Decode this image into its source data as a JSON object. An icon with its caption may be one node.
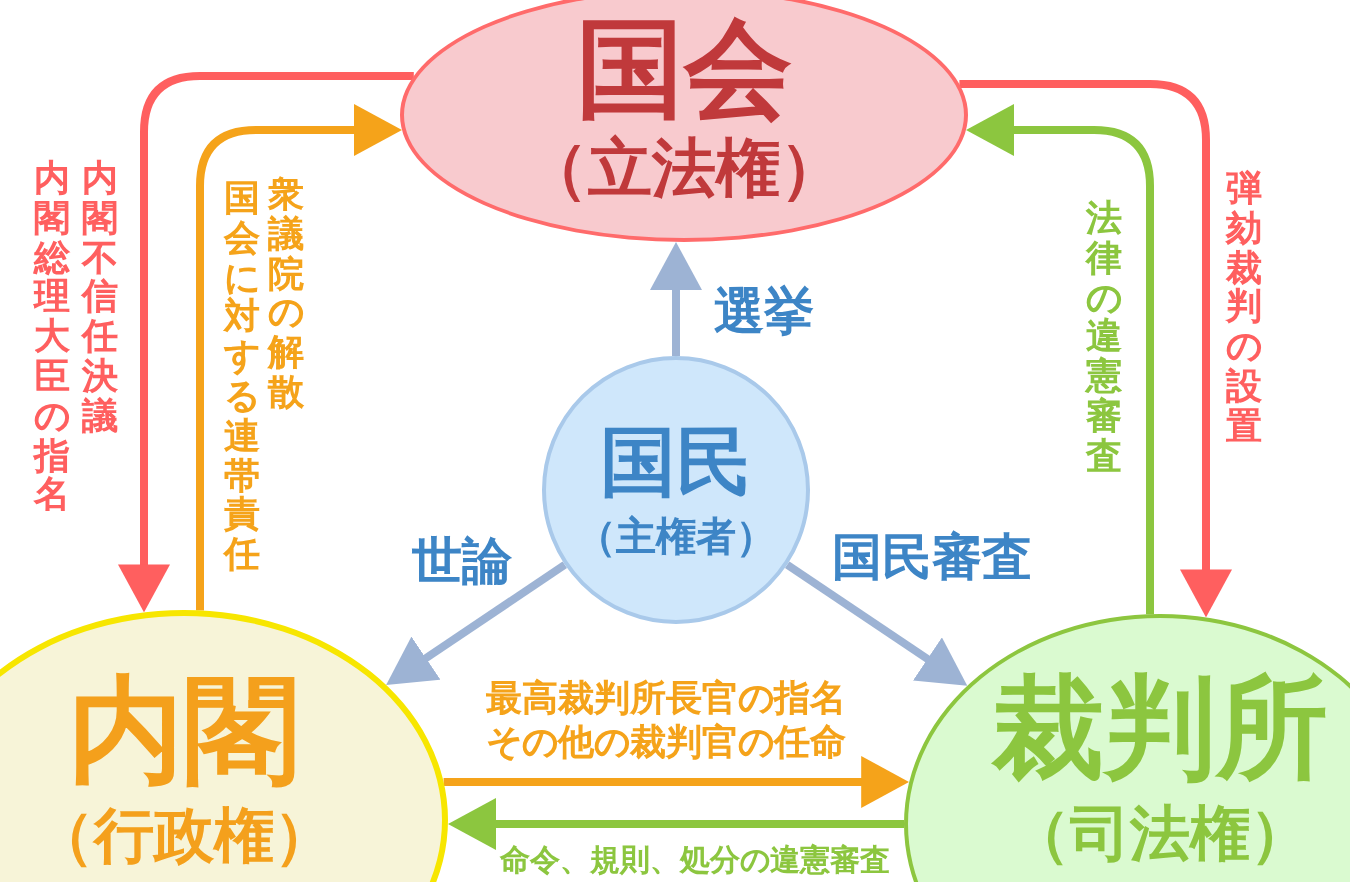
{
  "diagram": {
    "nodes": [
      {
        "text": [
          "国会",
          "（立法権）"
        ]
      },
      {
        "text": [
          "国民",
          "（主権者）"
        ]
      },
      {
        "text": [
          "内閣",
          "（行政権）"
        ]
      },
      {
        "text": [
          "裁判所",
          "（司法権）"
        ]
      }
    ],
    "edges": [
      {
        "from": 0,
        "to": 2,
        "arrow": "to",
        "label": "内閣不信任決議",
        "color": "#ff5f5f"
      },
      {
        "from": 2,
        "to": 0,
        "arrow": "to",
        "label": "衆議院の解散",
        "color": "#f5a31a"
      },
      {
        "from": 0,
        "to": 3,
        "arrow": "to",
        "label": "弾劾裁判の設置",
        "color": "#ff5f5f"
      },
      {
        "from": 3,
        "to": 0,
        "arrow": "to",
        "label": "法律の違憲審査",
        "color": "#8cc63f"
      },
      {
        "from": 1,
        "to": 0,
        "arrow": "to",
        "label": "選挙"
      },
      {
        "from": 1,
        "to": 2,
        "arrow": "to",
        "label": "世論"
      },
      {
        "from": 1,
        "to": 3,
        "arrow": "to",
        "label": "国民審査"
      },
      {
        "from": 2,
        "to": 3,
        "arrow": "to",
        "label": "最高裁判所長官の指名",
        "color": "#f5a31a"
      },
      {
        "from": 3,
        "to": 2,
        "arrow": "to",
        "label": "命令、規則、処分の違憲審査",
        "color": "#8cc63f"
      }
    ],
    "labels": [
      "内閣総理大臣の指名",
      "国会に対する連帯責任",
      "その他の裁判官の任命"
    ]
  }
}
